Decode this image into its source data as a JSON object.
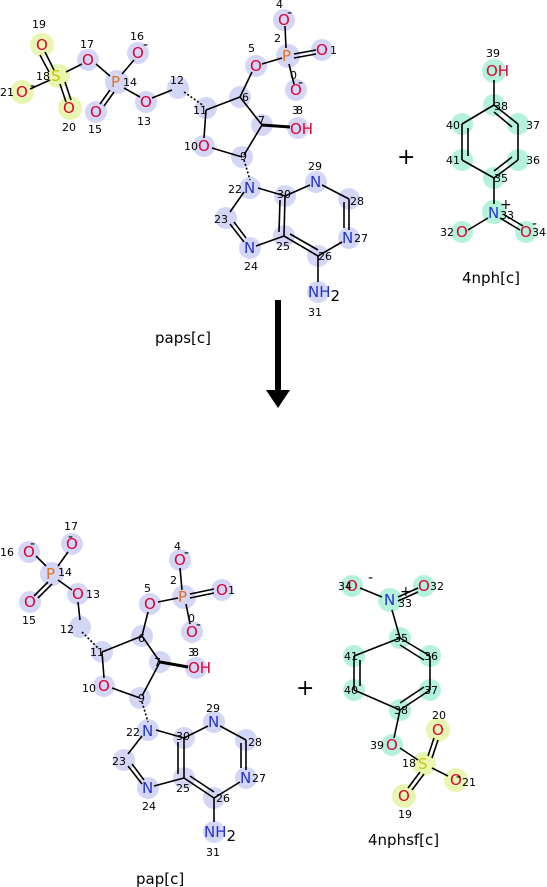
{
  "colors": {
    "oxygen": "#dd0033",
    "nitrogen": "#2233cc",
    "phosphorus": "#e07020",
    "sulfur": "#c8c800",
    "halo_main": "#d4d6f6",
    "halo_aromatic": "#b4f2dc",
    "halo_sulfate": "#e8f6b2",
    "bond": "#000000"
  },
  "labels": {
    "plus_sign": "+",
    "reactant1": "paps[c]",
    "reactant2": "4nph[c]",
    "product1": "pap[c]",
    "product2": "4nphsf[c]"
  },
  "charges": {
    "minus": "-",
    "plus": "+"
  },
  "element_text": {
    "O": "O",
    "N": "N",
    "P": "P",
    "S": "S",
    "OH": "OH",
    "NH2_N": "NH",
    "NH2_sub": "2"
  },
  "numbers": {
    "n0": "0",
    "n1": "1",
    "n2": "2",
    "n3": "3",
    "n4": "4",
    "n5": "5",
    "n6": "6",
    "n7": "7",
    "n8": "8",
    "n9": "9",
    "n10": "10",
    "n11": "11",
    "n12": "12",
    "n13": "13",
    "n14": "14",
    "n15": "15",
    "n16": "16",
    "n17": "17",
    "n18": "18",
    "n19": "19",
    "n20": "20",
    "n21": "21",
    "n22": "22",
    "n23": "23",
    "n24": "24",
    "n25": "25",
    "n26": "26",
    "n27": "27",
    "n28": "28",
    "n29": "29",
    "n30": "30",
    "n31": "31",
    "n32": "32",
    "n33": "33",
    "n34": "34",
    "n35": "35",
    "n36": "36",
    "n37": "37",
    "n38": "38",
    "n39": "39",
    "n40": "40",
    "n41": "41"
  }
}
